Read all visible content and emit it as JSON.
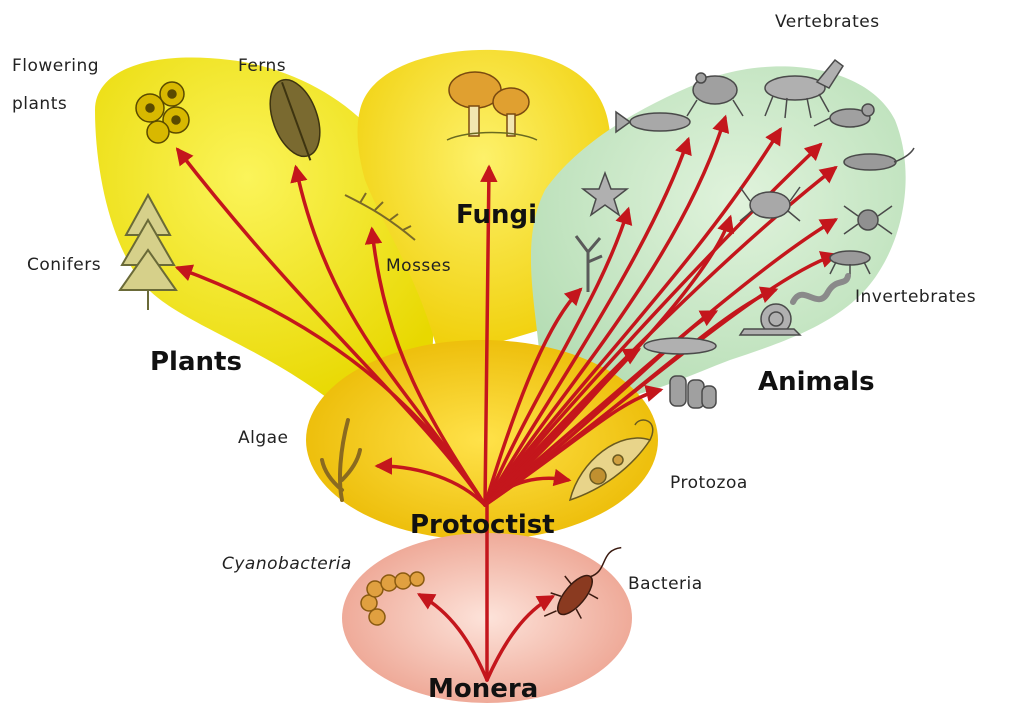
{
  "kingdoms": {
    "plants": "Plants",
    "fungi": "Fungi",
    "animals": "Animals",
    "protoctist": "Protoctist",
    "monera": "Monera"
  },
  "labels": {
    "flowering_line1": "Flowering",
    "flowering_line2": "plants",
    "ferns": "Ferns",
    "conifers": "Conifers",
    "mosses": "Mosses",
    "vertebrates": "Vertebrates",
    "invertebrates": "Invertebrates",
    "algae": "Algae",
    "protozoa": "Protozoa",
    "cyanobacteria": "Cyanobacteria",
    "bacteria": "Bacteria"
  },
  "colors": {
    "plants_region": "#f2e300",
    "fungi_region": "#f5d900",
    "animals_region": "#c6e6c4",
    "protoctist_region": "#f2c800",
    "monera_region": "#f0a89a",
    "arrow": "#c4161c",
    "organism": "#8a8a5a"
  },
  "icons": [
    "flower-icon",
    "fern-icon",
    "conifer-icon",
    "moss-icon",
    "mushroom-icon",
    "frog-icon",
    "horse-icon",
    "fish-icon",
    "bird-icon",
    "lizard-icon",
    "starfish-icon",
    "crab-icon",
    "spider-icon",
    "hydra-icon",
    "insect-icon",
    "worm-icon",
    "snail-icon",
    "flatworm-icon",
    "sponge-icon",
    "algae-icon",
    "protozoa-icon",
    "cyanobacteria-icon",
    "bacteria-icon"
  ]
}
